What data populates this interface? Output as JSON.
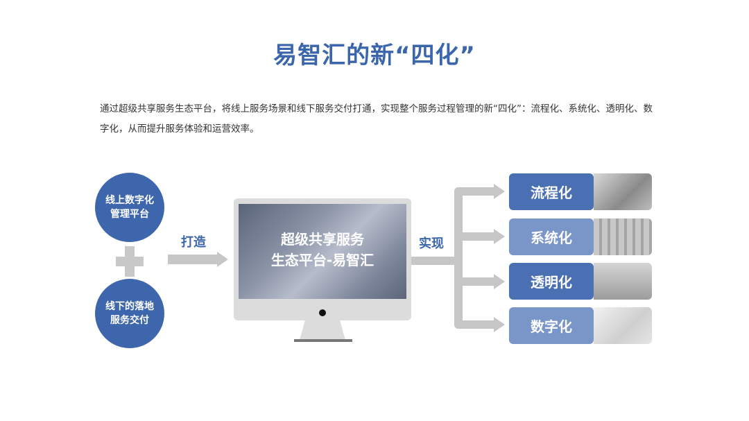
{
  "title": "易智汇的新“四化”",
  "description": "通过超级共享服务生态平台，将线上服务场景和线下服务交付打通，实现整个服务过程管理的新“四化”：流程化、系统化、透明化、数字化，从而提升服务体验和运营效率。",
  "inputs": [
    {
      "line1": "线上数字化",
      "line2": "管理平台"
    },
    {
      "line1": "线下的落地",
      "line2": "服务交付"
    }
  ],
  "plus_symbol": "+",
  "build_label": "打造",
  "platform": {
    "line1": "超级共享服务",
    "line2": "生态平台-易智汇"
  },
  "realize_label": "实现",
  "outcomes": [
    {
      "label": "流程化",
      "color": "#4a70b3"
    },
    {
      "label": "系统化",
      "color": "#7a95c8"
    },
    {
      "label": "透明化",
      "color": "#4a70b3"
    },
    {
      "label": "数字化",
      "color": "#7a95c8"
    }
  ],
  "colors": {
    "accent": "#3b66ab",
    "arrow": "#c6c6c6",
    "monitor": "#dcdcdc"
  }
}
